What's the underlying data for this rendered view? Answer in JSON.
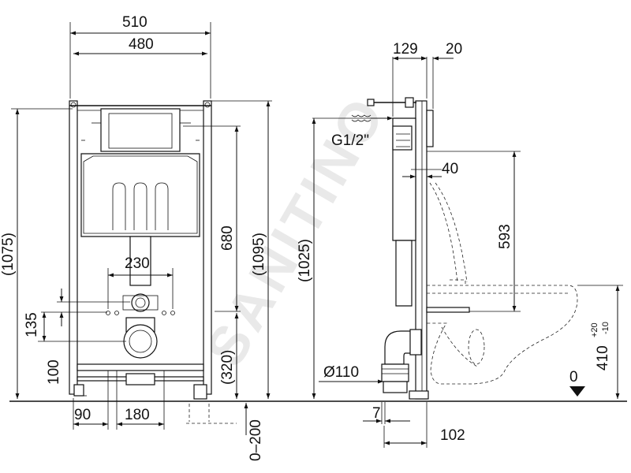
{
  "watermark": "SANITINO",
  "front_view": {
    "width_outer": "510",
    "width_inner": "480",
    "height_total_left": "(1075)",
    "height_total_right": "(1095)",
    "cistern_height": "680",
    "flush_pipe_spacing": "230",
    "fixing_height": "135",
    "drain_height": "100",
    "drain_height_right": "(320)",
    "foot_offset": "90",
    "foot_spacing": "180",
    "foot_adjustment": "0–200"
  },
  "side_view": {
    "depth_top": "129",
    "depth_plate": "20",
    "inlet_thread": "G1/2\"",
    "plate_offset": "40",
    "bolt_height": "593",
    "frame_height": "(1025)",
    "drain_diameter": "Ø110",
    "drain_offset": "7",
    "bowl_projection": "102",
    "floor_level": "0",
    "seat_height_base": "410",
    "seat_height_tol_plus": "+20",
    "seat_height_tol_minus": "-10"
  }
}
